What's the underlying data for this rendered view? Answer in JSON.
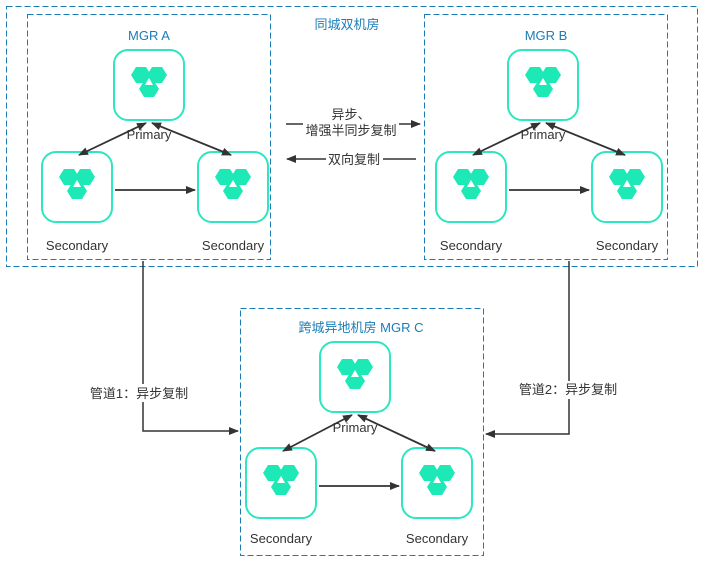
{
  "colors": {
    "frame": "#1a7db8",
    "node_border": "#2ee6bf",
    "node_icon": "#1de9b6",
    "arrow": "#333333",
    "text": "#333333",
    "title": "#1a7db8"
  },
  "outer_zone": {
    "title": "同城双机房"
  },
  "clusters": [
    {
      "id": "a",
      "title": "MGR A",
      "primary_label": "Primary",
      "secondary_labels": [
        "Secondary",
        "Secondary"
      ]
    },
    {
      "id": "b",
      "title": "MGR B",
      "primary_label": "Primary",
      "secondary_labels": [
        "Secondary",
        "Secondary"
      ]
    },
    {
      "id": "c",
      "title": "跨城异地机房 MGR C",
      "primary_label": "Primary",
      "secondary_labels": [
        "Secondary",
        "Secondary"
      ]
    }
  ],
  "links": {
    "a_to_b_line1": "异步、",
    "a_to_b_line2": "增强半同步复制",
    "b_to_a": "双向复制",
    "pipe1": "管道1：异步复制",
    "pipe2": "管道2：异步复制"
  },
  "node_icon": "database-node-icon"
}
